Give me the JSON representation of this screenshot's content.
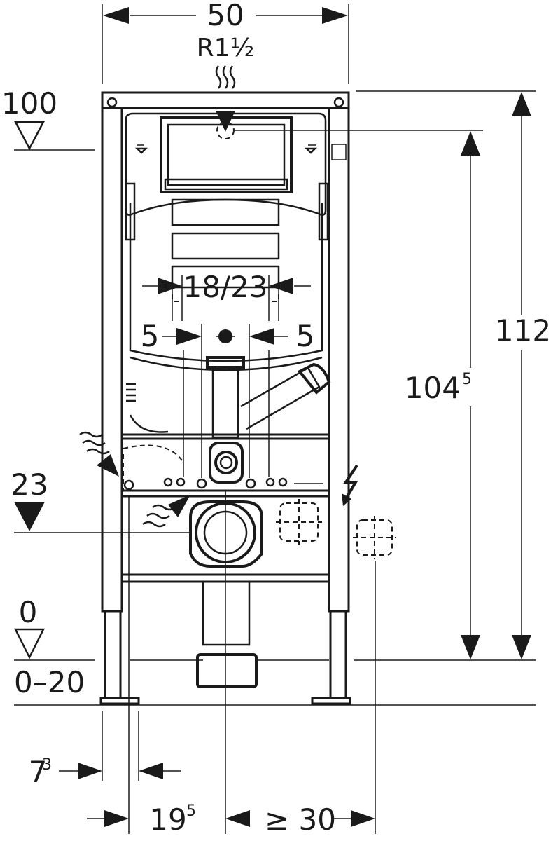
{
  "dimensions": {
    "width_top": "50",
    "thread": "R1½",
    "height_total": "112",
    "height_inlet_base": "104",
    "height_inlet_sup": "5",
    "flush_plate": "18/23",
    "offset_left": "5",
    "offset_right": "5",
    "depth_base": "7",
    "depth_sup": "3",
    "drain_offset_base": "19",
    "drain_offset_sup": "5",
    "clearance": "≥ 30"
  },
  "levels": {
    "top_level": "100",
    "connection_level": "23",
    "floor_level": "0",
    "floor_range": "0–20"
  }
}
